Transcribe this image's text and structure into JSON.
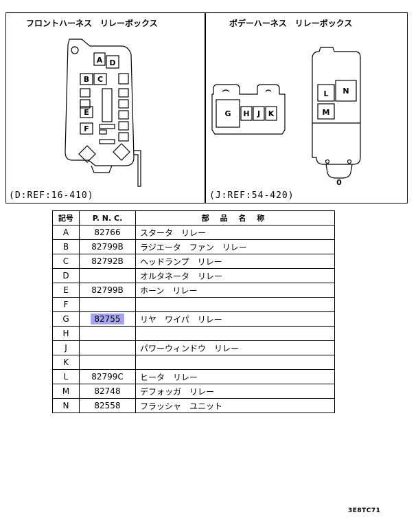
{
  "left_panel": {
    "title": "フロントハーネス　リレーボックス",
    "ref": "(D:REF:16-410)"
  },
  "right_panel": {
    "title": "ボデーハーネス　リレーボックス",
    "ref": "(J:REF:54-420)"
  },
  "relay_labels": [
    "A",
    "B",
    "C",
    "D",
    "E",
    "F",
    "G",
    "H",
    "J",
    "K",
    "L",
    "M",
    "N"
  ],
  "right_unit_mark": "0",
  "table": {
    "headers": [
      "記号",
      "P. N. C.",
      "部 品 名 称"
    ],
    "rows": [
      {
        "sym": "A",
        "pnc": "82766",
        "name": "スタータ　リレー"
      },
      {
        "sym": "B",
        "pnc": "82799B",
        "name": "ラジエータ　ファン　リレー"
      },
      {
        "sym": "C",
        "pnc": "82792B",
        "name": "ヘッドランプ　リレー"
      },
      {
        "sym": "D",
        "pnc": "",
        "name": "オルタネータ　リレー"
      },
      {
        "sym": "E",
        "pnc": "82799B",
        "name": "ホーン　リレー"
      },
      {
        "sym": "F",
        "pnc": "",
        "name": ""
      },
      {
        "sym": "G",
        "pnc": "82755",
        "name": "リヤ　ワイパ　リレー",
        "highlight": true
      },
      {
        "sym": "H",
        "pnc": "",
        "name": ""
      },
      {
        "sym": "J",
        "pnc": "",
        "name": "パワーウィンドウ　リレー"
      },
      {
        "sym": "K",
        "pnc": "",
        "name": ""
      },
      {
        "sym": "L",
        "pnc": "82799C",
        "name": "ヒータ　リレー"
      },
      {
        "sym": "M",
        "pnc": "82748",
        "name": "デフォッガ　リレー"
      },
      {
        "sym": "N",
        "pnc": "82558",
        "name": "フラッシャ　ユニット"
      }
    ]
  },
  "diagram_code": "3E8TC71",
  "colors": {
    "highlight": "#a6a6ef"
  }
}
